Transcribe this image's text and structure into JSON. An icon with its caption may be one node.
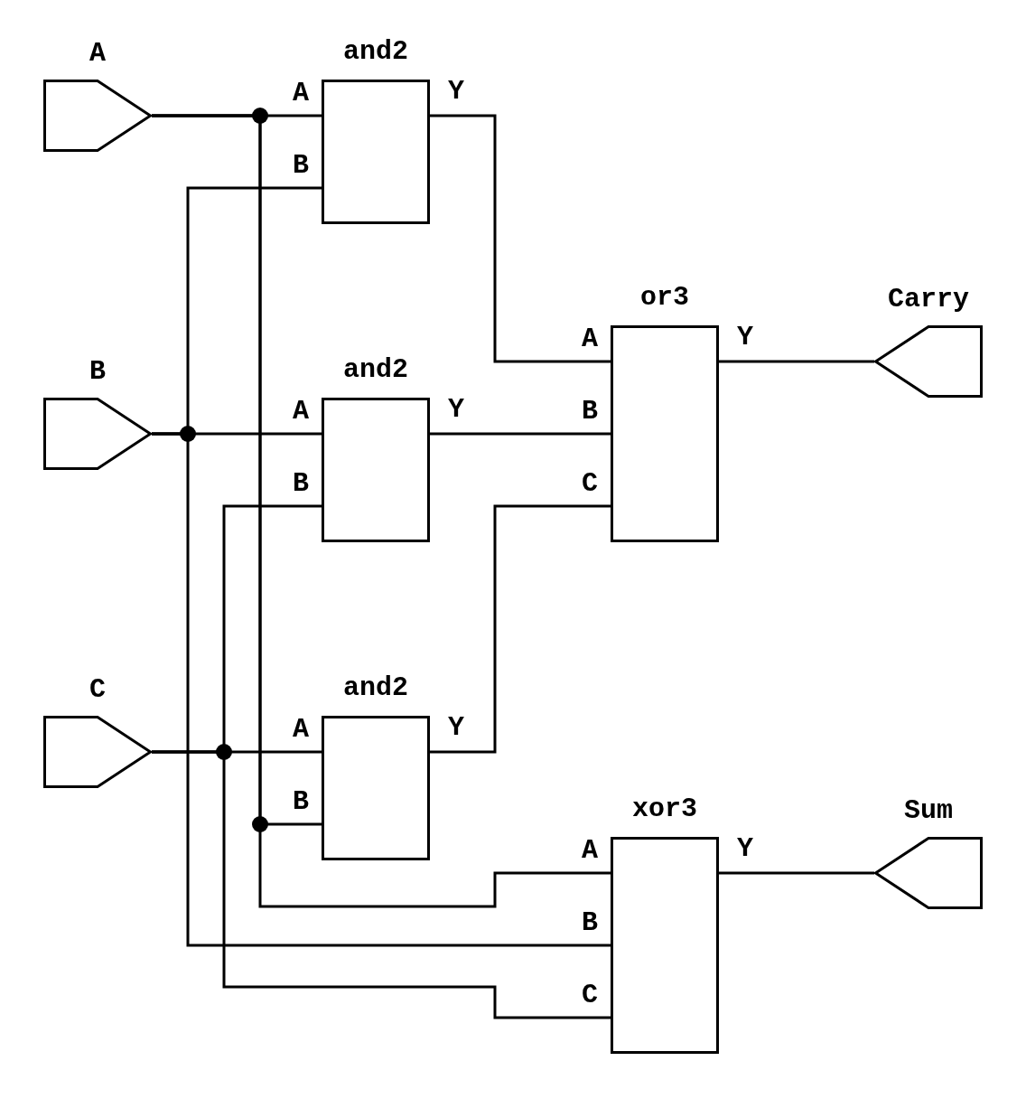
{
  "diagram": {
    "nodes": [
      {
        "text": [
          "A"
        ]
      },
      {
        "text": [
          "and2"
        ],
        "beside": [
          "A",
          "B",
          "Y"
        ]
      },
      {
        "text": [
          "B"
        ]
      },
      {
        "text": [
          "and2"
        ],
        "beside": [
          "A",
          "B",
          "Y"
        ]
      },
      {
        "text": [
          "or3"
        ],
        "beside": [
          "A",
          "B",
          "C",
          "Y"
        ]
      },
      {
        "text": [
          "Carry"
        ]
      },
      {
        "text": [
          "C"
        ]
      },
      {
        "text": [
          "and2"
        ],
        "beside": [
          "A",
          "B",
          "Y"
        ]
      },
      {
        "text": [
          "xor3"
        ],
        "beside": [
          "A",
          "B",
          "C",
          "Y"
        ]
      },
      {
        "text": [
          "Sum"
        ]
      }
    ],
    "edges": [
      {
        "from": 0,
        "to": 1,
        "arrow": "none"
      },
      {
        "from": 0,
        "to": 7,
        "arrow": "none"
      },
      {
        "from": 0,
        "to": 8,
        "arrow": "none"
      },
      {
        "from": 2,
        "to": 3,
        "arrow": "none"
      },
      {
        "from": 2,
        "to": 1,
        "arrow": "none"
      },
      {
        "from": 2,
        "to": 8,
        "arrow": "none"
      },
      {
        "from": 6,
        "to": 7,
        "arrow": "none"
      },
      {
        "from": 6,
        "to": 3,
        "arrow": "none"
      },
      {
        "from": 6,
        "to": 8,
        "arrow": "none"
      },
      {
        "from": 1,
        "to": 4,
        "arrow": "none"
      },
      {
        "from": 3,
        "to": 4,
        "arrow": "none"
      },
      {
        "from": 7,
        "to": 4,
        "arrow": "none"
      },
      {
        "from": 4,
        "to": 5,
        "arrow": "none"
      },
      {
        "from": 8,
        "to": 9,
        "arrow": "none"
      }
    ]
  }
}
